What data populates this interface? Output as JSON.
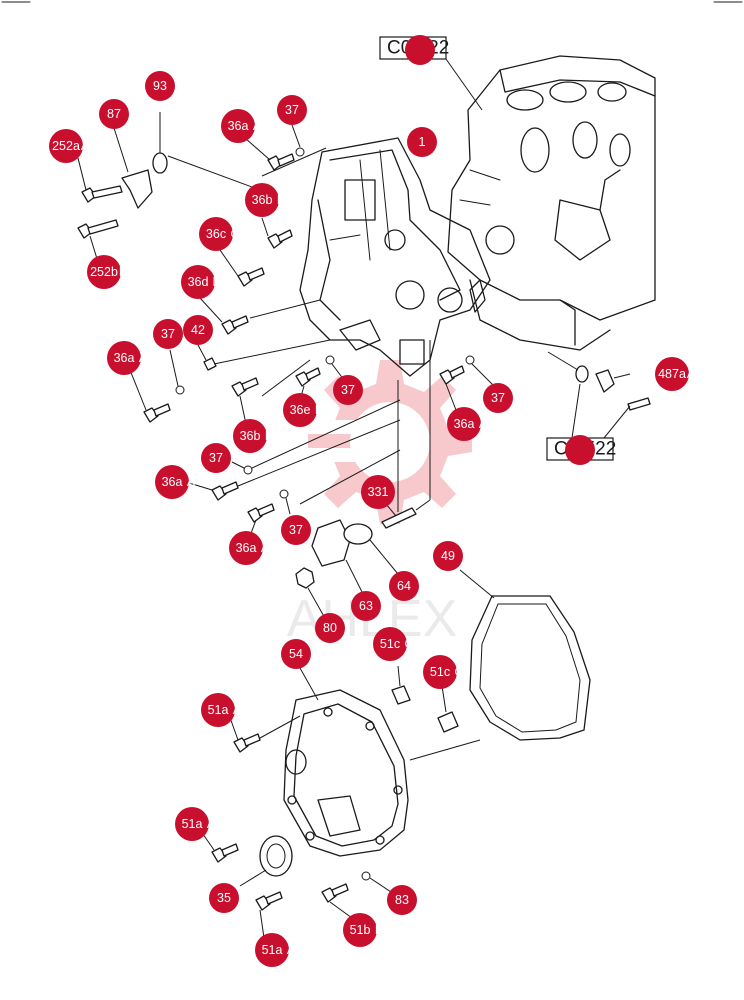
{
  "colors": {
    "badge": "#c8102e",
    "line": "#1a1a1a",
    "watermark": "#e8505b"
  },
  "watermark": {
    "icon": "gear-logo-icon",
    "text": "AHLEX"
  },
  "refs": [
    {
      "id": "ref-c0-122",
      "label": "C0-122"
    },
    {
      "id": "ref-c0-522",
      "label": "C0-522"
    }
  ],
  "callouts": [
    {
      "id": "93",
      "label": "93"
    },
    {
      "id": "87",
      "label": "87"
    },
    {
      "id": "37-a",
      "label": "37"
    },
    {
      "id": "36aA-top",
      "label": "36a",
      "suffix": "A"
    },
    {
      "id": "1",
      "label": "1"
    },
    {
      "id": "252aA",
      "label": "252a",
      "suffix": "A",
      "prefix": "2"
    },
    {
      "id": "36bB-top",
      "label": "36b",
      "suffix": "B"
    },
    {
      "id": "36cC",
      "label": "36c",
      "suffix": "C"
    },
    {
      "id": "252bB",
      "label": "252b",
      "suffix": "B",
      "prefix": "2"
    },
    {
      "id": "36dD",
      "label": "36d",
      "suffix": "D"
    },
    {
      "id": "37-b",
      "label": "37"
    },
    {
      "id": "42",
      "label": "42"
    },
    {
      "id": "36aA-left",
      "label": "36a",
      "suffix": "A"
    },
    {
      "id": "37-c",
      "label": "37"
    },
    {
      "id": "36eE",
      "label": "36e",
      "suffix": "E"
    },
    {
      "id": "37-d",
      "label": "37"
    },
    {
      "id": "36aA-mid",
      "label": "36a",
      "suffix": "A"
    },
    {
      "id": "36bB-mid",
      "label": "36b",
      "suffix": "B"
    },
    {
      "id": "37-e",
      "label": "37"
    },
    {
      "id": "36aA-lower",
      "label": "36a",
      "suffix": "A"
    },
    {
      "id": "331",
      "label": "331"
    },
    {
      "id": "37-f",
      "label": "37"
    },
    {
      "id": "36aA-bottom",
      "label": "36a",
      "suffix": "A"
    },
    {
      "id": "487aA",
      "label": "487a",
      "suffix": "A",
      "prefix": "4"
    },
    {
      "id": "64",
      "label": "64"
    },
    {
      "id": "49",
      "label": "49"
    },
    {
      "id": "63",
      "label": "63"
    },
    {
      "id": "80",
      "label": "80"
    },
    {
      "id": "51cC-1",
      "label": "51c",
      "suffix": "C"
    },
    {
      "id": "54",
      "label": "54"
    },
    {
      "id": "51cC-2",
      "label": "51c",
      "suffix": "C"
    },
    {
      "id": "51aA-1",
      "label": "51a",
      "suffix": "A"
    },
    {
      "id": "51aA-2",
      "label": "51a",
      "suffix": "A"
    },
    {
      "id": "35",
      "label": "35"
    },
    {
      "id": "83",
      "label": "83"
    },
    {
      "id": "51bB",
      "label": "51b",
      "suffix": "B"
    },
    {
      "id": "51aA-3",
      "label": "51a",
      "suffix": "A"
    }
  ]
}
